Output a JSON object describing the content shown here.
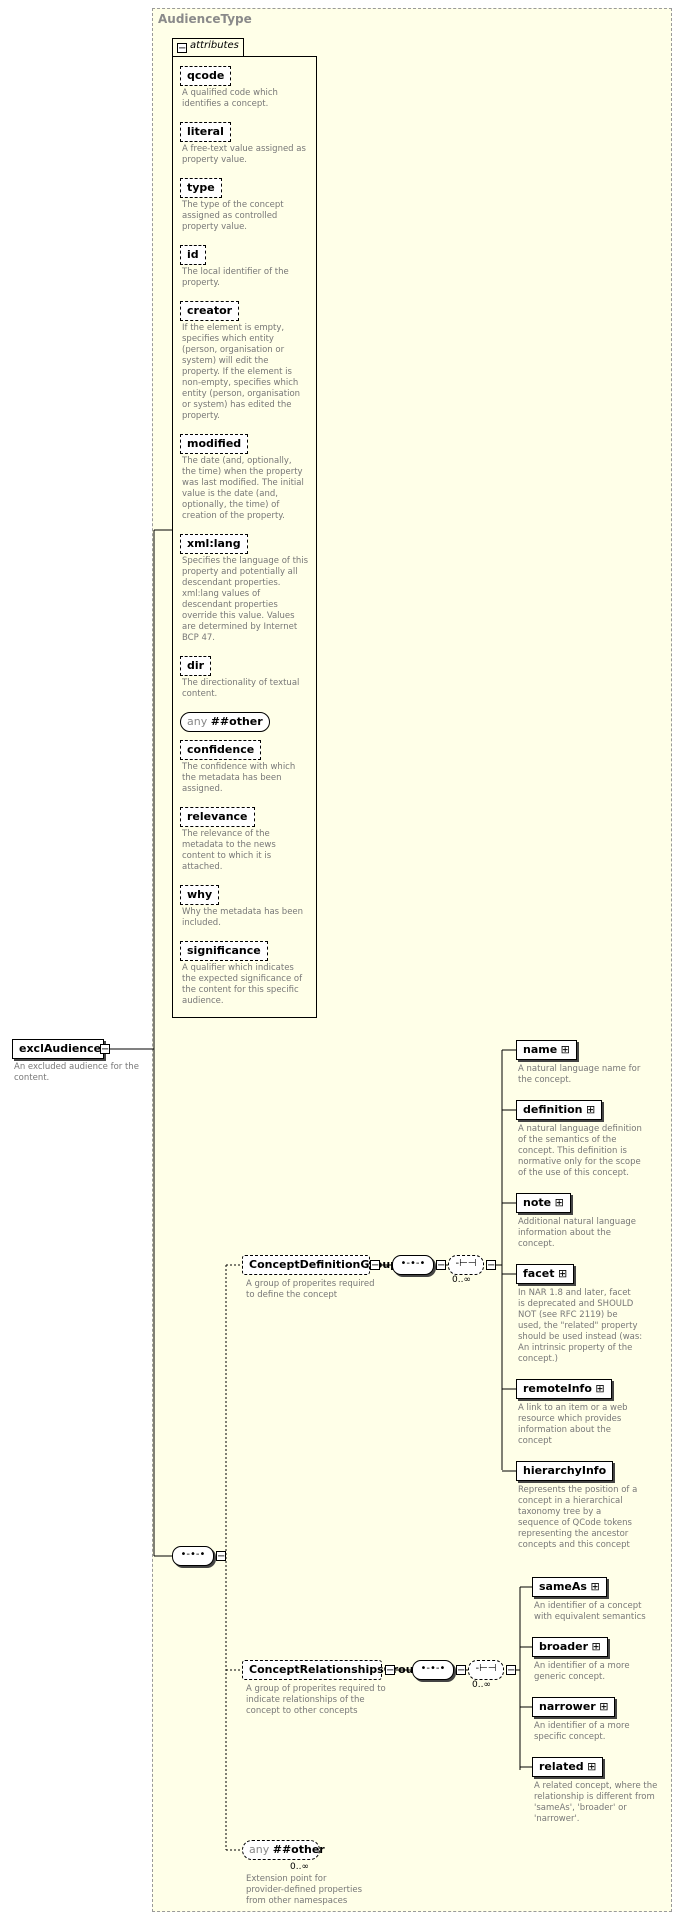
{
  "type": {
    "title": "AudienceType"
  },
  "attributes": {
    "tab_label": "attributes",
    "items": [
      {
        "name": "qcode",
        "desc": [
          "A qualified code which",
          "identifies a concept."
        ]
      },
      {
        "name": "literal",
        "desc": [
          "A free-text value assigned as",
          "property value."
        ]
      },
      {
        "name": "type",
        "desc": [
          "The type of the concept",
          "assigned as controlled",
          "property value."
        ]
      },
      {
        "name": "id",
        "desc": [
          "The local identifier of the",
          "property."
        ]
      },
      {
        "name": "creator",
        "desc": [
          "If the element is empty,",
          "specifies which entity",
          "(person, organisation or",
          "system) will edit the",
          "property. If the element is",
          "non-empty, specifies which",
          "entity (person, organisation",
          "or system) has edited the",
          "property."
        ]
      },
      {
        "name": "modified",
        "desc": [
          "The date (and, optionally,",
          "the time) when the property",
          "was last modified. The initial",
          "value is the date (and,",
          "optionally, the time) of",
          "creation of the property."
        ]
      },
      {
        "name": "xml:lang",
        "desc": [
          "Specifies the language of this",
          "property and potentially all",
          "descendant properties.",
          "xml:lang values of",
          "descendant properties",
          "override this value. Values",
          "are determined by Internet",
          "BCP 47."
        ]
      },
      {
        "name": "dir",
        "desc": [
          "The directionality of textual",
          "content."
        ]
      },
      {
        "name": "confidence",
        "desc": [
          "The confidence with which",
          "the metadata has been",
          "assigned."
        ]
      },
      {
        "name": "relevance",
        "desc": [
          "The relevance of the",
          "metadata to the news",
          "content to which it is",
          "attached."
        ]
      },
      {
        "name": "why",
        "desc": [
          "Why the metadata has been",
          "included."
        ]
      },
      {
        "name": "significance",
        "desc": [
          "A qualifier which indicates",
          "the expected significance of",
          "the content for this specific",
          "audience."
        ]
      }
    ],
    "any_other": {
      "prefix": "any",
      "label": "##other"
    }
  },
  "root": {
    "name": "exclAudience",
    "desc": [
      "An excluded audience for the",
      "content."
    ]
  },
  "groups": {
    "definition": {
      "name": "ConceptDefinitionGroup",
      "desc": [
        "A group of properites required",
        "to define the concept"
      ],
      "cardinality": "0..∞"
    },
    "relationships": {
      "name": "ConceptRelationshipsGroup",
      "desc": [
        "A group of properites required to",
        "indicate relationships of the",
        "concept to other concepts"
      ],
      "cardinality": "0..∞"
    },
    "extension": {
      "prefix": "any",
      "label": "##other",
      "cardinality": "0..∞",
      "desc": [
        "Extension point for",
        "provider-defined properties",
        "from other namespaces"
      ]
    }
  },
  "definition_elements": [
    {
      "name": "name",
      "desc": [
        "A natural language name for",
        "the concept."
      ]
    },
    {
      "name": "definition",
      "desc": [
        "A natural language definition",
        "of the semantics of the",
        "concept. This definition is",
        "normative only for the scope",
        "of the use of this concept."
      ]
    },
    {
      "name": "note",
      "desc": [
        "Additional natural language",
        "information about the",
        "concept."
      ]
    },
    {
      "name": "facet",
      "desc": [
        "In NAR 1.8 and later, facet",
        "is deprecated and SHOULD",
        "NOT (see RFC 2119) be",
        "used, the \"related\" property",
        "should be used instead (was:",
        "An intrinsic property of the",
        "concept.)"
      ]
    },
    {
      "name": "remoteInfo",
      "desc": [
        "A link to an item or a web",
        "resource which provides",
        "information about the",
        "concept"
      ]
    },
    {
      "name": "hierarchyInfo",
      "desc": [
        "Represents the position of a",
        "concept in a hierarchical",
        "taxonomy tree by a",
        "sequence of QCode tokens",
        "representing the ancestor",
        "concepts and this concept"
      ]
    }
  ],
  "relationship_elements": [
    {
      "name": "sameAs",
      "desc": [
        "An identifier of a concept",
        "with equivalent semantics"
      ]
    },
    {
      "name": "broader",
      "desc": [
        "An identifier of a more",
        "generic concept."
      ]
    },
    {
      "name": "narrower",
      "desc": [
        "An identifier of a more",
        "specific concept."
      ]
    },
    {
      "name": "related",
      "desc": [
        "A related concept, where the",
        "relationship is different from",
        "'sameAs', 'broader' or",
        "'narrower'."
      ]
    }
  ]
}
